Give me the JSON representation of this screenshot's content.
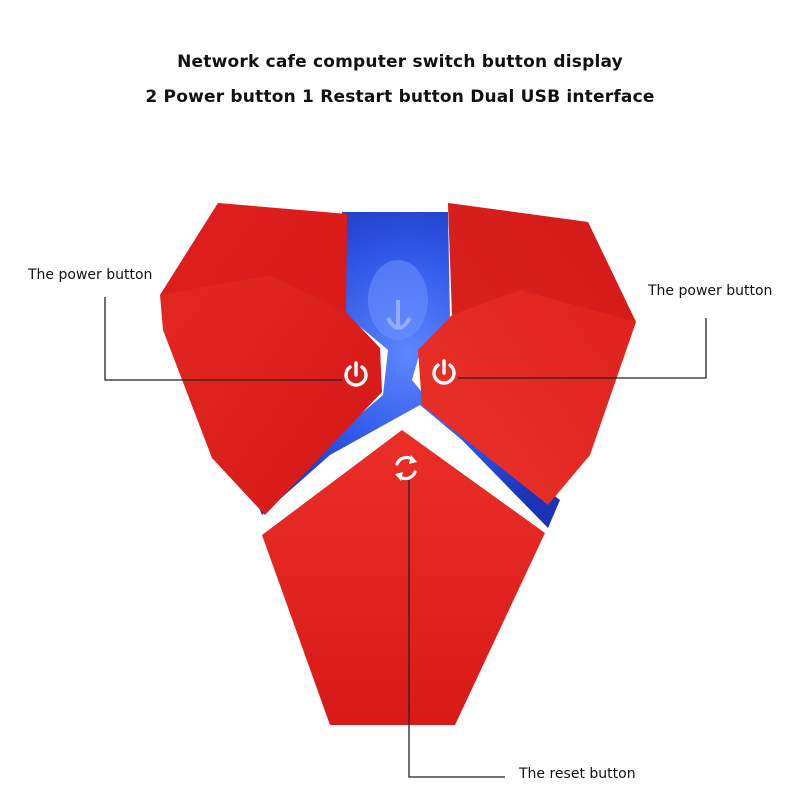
{
  "header": {
    "line1": "Network cafe computer switch button display",
    "line2": "2 Power button 1 Restart button Dual USB interface"
  },
  "callouts": {
    "left_power": "The power button",
    "right_power": "The power button",
    "reset": "The reset button"
  },
  "colors": {
    "shell_red": "#e21f1f",
    "shell_red_dark": "#c81414",
    "shell_red_light": "#ee3a2f",
    "led_blue": "#2a4fe0",
    "led_blue_glow": "#3f6bff",
    "icon_white": "#ffffff",
    "leader_line": "#222222"
  },
  "icons": {
    "left_button": "power-icon",
    "right_button": "power-icon",
    "reset_button": "refresh-icon"
  }
}
